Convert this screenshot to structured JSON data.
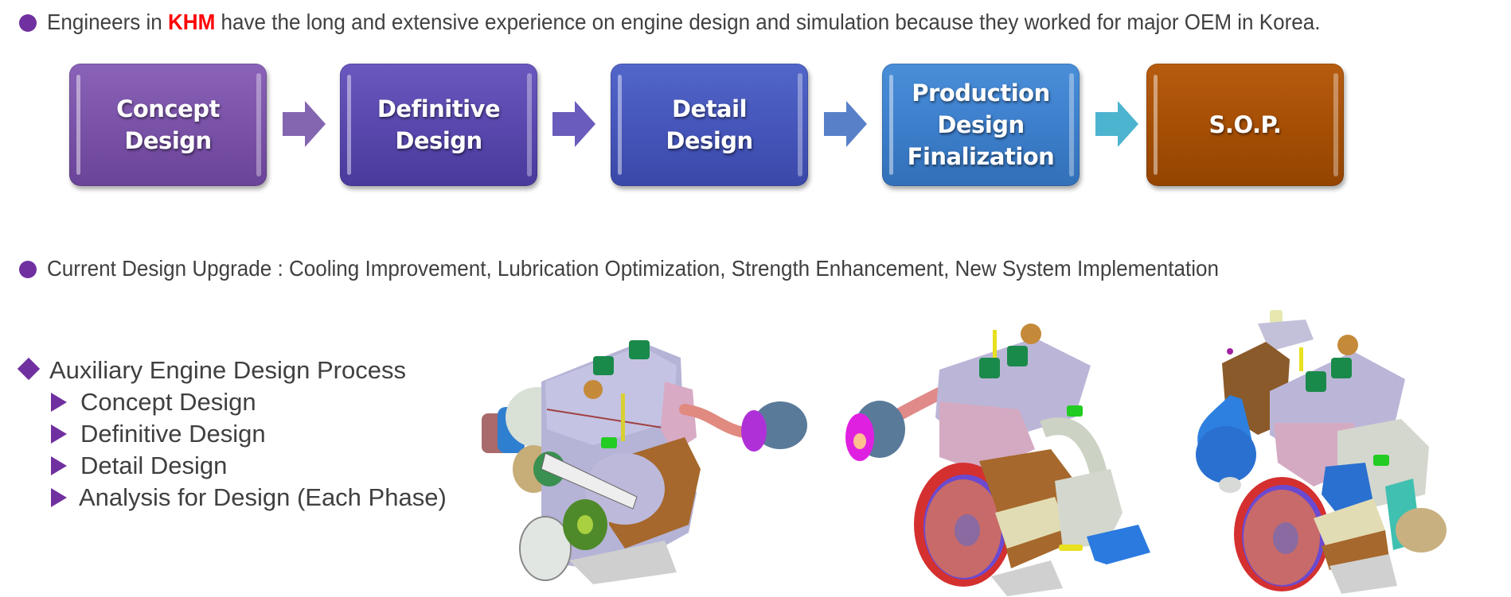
{
  "intro": {
    "prefix": "Engineers in ",
    "highlight": "KHM",
    "suffix": " have the long and extensive experience on engine design and simulation because they worked for major OEM in Korea.",
    "highlight_color": "#ff0000",
    "bullet_color": "#7030a0"
  },
  "process_flow": {
    "steps": [
      {
        "label": "Concept\nDesign",
        "color": "#7a52a8"
      },
      {
        "label": "Definitive\nDesign",
        "color": "#5a48ae"
      },
      {
        "label": "Detail\nDesign",
        "color": "#4656bb"
      },
      {
        "label": "Production\nDesign\nFinalization",
        "color": "#3d7fcc"
      },
      {
        "label": "S.O.P.",
        "color": "#a64f05"
      }
    ],
    "arrows": [
      {
        "color": "#8466b0"
      },
      {
        "color": "#6a5cbc"
      },
      {
        "color": "#5880c8"
      },
      {
        "color": "#4db4d0"
      }
    ]
  },
  "upgrade": {
    "text": "Current Design Upgrade : Cooling Improvement, Lubrication Optimization, Strength Enhancement, New System Implementation"
  },
  "aux_process": {
    "heading": "Auxiliary Engine Design Process",
    "items": [
      "Concept Design",
      "Definitive Design",
      "Detail Design",
      "Analysis for Design (Each Phase)"
    ]
  },
  "images": [
    {
      "alt": "engine-cad-view-front-left"
    },
    {
      "alt": "engine-cad-view-flywheel-side"
    },
    {
      "alt": "engine-cad-view-rear-right"
    }
  ]
}
